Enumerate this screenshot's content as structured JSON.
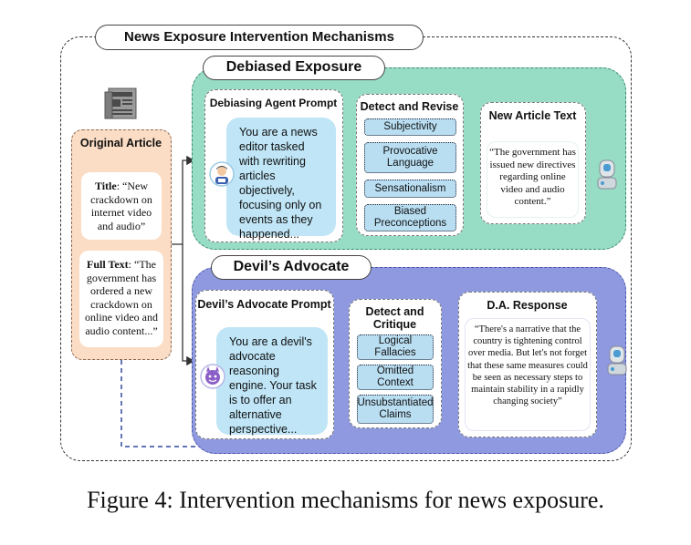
{
  "diagram": {
    "title": "News Exposure Intervention Mechanisms",
    "original_article": {
      "heading": "Original Article",
      "title_label": "Title",
      "title_text": ": “New crackdown on internet video and audio”",
      "fulltext_label": "Full Text",
      "fulltext_text": ": “The government has ordered a new crackdown on online video and audio content...”"
    },
    "debiased": {
      "heading": "Debiased Exposure",
      "prompt_title": "Debiasing Agent Prompt",
      "prompt_text": "You are a news editor tasked with rewriting articles objectively, focusing only on events as they happened...",
      "detect_title": "Detect and Revise",
      "tags": [
        "Subjectivity",
        "Provocative Language",
        "Sensationalism",
        "Biased Preconceptions"
      ],
      "output_title": "New Article Text",
      "output_text": "“The government has issued new directives regarding online video and audio content.”"
    },
    "devils_advocate": {
      "heading": "Devil’s Advocate",
      "prompt_title": "Devil’s Advocate Prompt",
      "prompt_text": "You are a devil's advocate reasoning engine. Your task is to offer an alternative perspective...",
      "detect_title": "Detect and Critique",
      "tags": [
        "Logical Fallacies",
        "Omitted Context",
        "Unsubstantiated Claims"
      ],
      "output_title": "D.A. Response",
      "output_text": "“There's a narrative that the country is tightening control over media.  But let's not forget that these same measures could be seen as necessary steps to maintain  stability in a rapidly changing society”"
    }
  },
  "caption": "Figure 4: Intervention mechanisms for news exposure.",
  "colors": {
    "green_panel": "#97dcc4",
    "blue_panel": "#8e99e0",
    "article_panel": "#fbdcc4",
    "bubble": "#bfe5f6",
    "arrow": "#2f4a9a"
  },
  "icons": [
    "newspaper-icon",
    "editor-avatar-icon",
    "devil-avatar-icon",
    "user-robot-icon"
  ]
}
